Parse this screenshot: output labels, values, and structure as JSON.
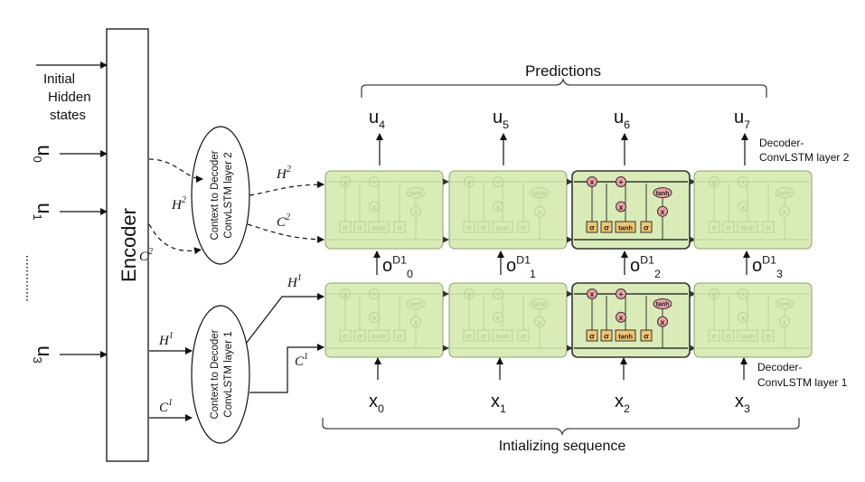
{
  "encoder": {
    "label": "Encoder"
  },
  "initial_hidden": {
    "line1": "Initial",
    "line2": "Hidden",
    "line3": "states"
  },
  "inputs": [
    {
      "base": "u",
      "sub": "0"
    },
    {
      "base": "u",
      "sub": "1"
    },
    {
      "base": "u",
      "sub": "3"
    }
  ],
  "context_layer2": {
    "line1": "Context to Decoder",
    "line2": "ConvLSTM layer 2"
  },
  "context_layer1": {
    "line1": "Context to Decoder",
    "line2": "ConvLSTM layer 1"
  },
  "states": {
    "h2": {
      "base": "H",
      "sup": "2"
    },
    "c2": {
      "base": "C",
      "sup": "2"
    },
    "h1": {
      "base": "H",
      "sup": "1"
    },
    "c1": {
      "base": "C",
      "sup": "1"
    }
  },
  "predictions": {
    "title": "Predictions",
    "items": [
      {
        "base": "u",
        "sub": "4"
      },
      {
        "base": "u",
        "sub": "5"
      },
      {
        "base": "u",
        "sub": "6"
      },
      {
        "base": "u",
        "sub": "7"
      }
    ]
  },
  "decoder_layer2": {
    "line1": "Decoder-",
    "line2": "ConvLSTM layer 2"
  },
  "decoder_layer1": {
    "line1": "Decoder-",
    "line2": "ConvLSTM layer 1"
  },
  "intermediate": [
    {
      "base": "o",
      "sup": "D1",
      "sub": "0"
    },
    {
      "base": "o",
      "sup": "D1",
      "sub": "1"
    },
    {
      "base": "o",
      "sup": "D1",
      "sub": "2"
    },
    {
      "base": "o",
      "sup": "D1",
      "sub": "3"
    }
  ],
  "init_inputs": [
    {
      "base": "x",
      "sub": "0"
    },
    {
      "base": "x",
      "sub": "1"
    },
    {
      "base": "x",
      "sub": "2"
    },
    {
      "base": "x",
      "sub": "3"
    }
  ],
  "init_sequence": {
    "label": "Intializing sequence"
  },
  "cell_labels": {
    "sigma": "σ",
    "tanh": "tanh",
    "times": "x",
    "plus": "+"
  },
  "colors": {
    "cell_fill": "#d9ecb8",
    "cell_stroke": "#8aa36a",
    "active_cell_stroke": "#333333",
    "gate_fill": "#f2c46d",
    "op_fill": "#f0a0a8",
    "faded": "#b9cf98"
  }
}
